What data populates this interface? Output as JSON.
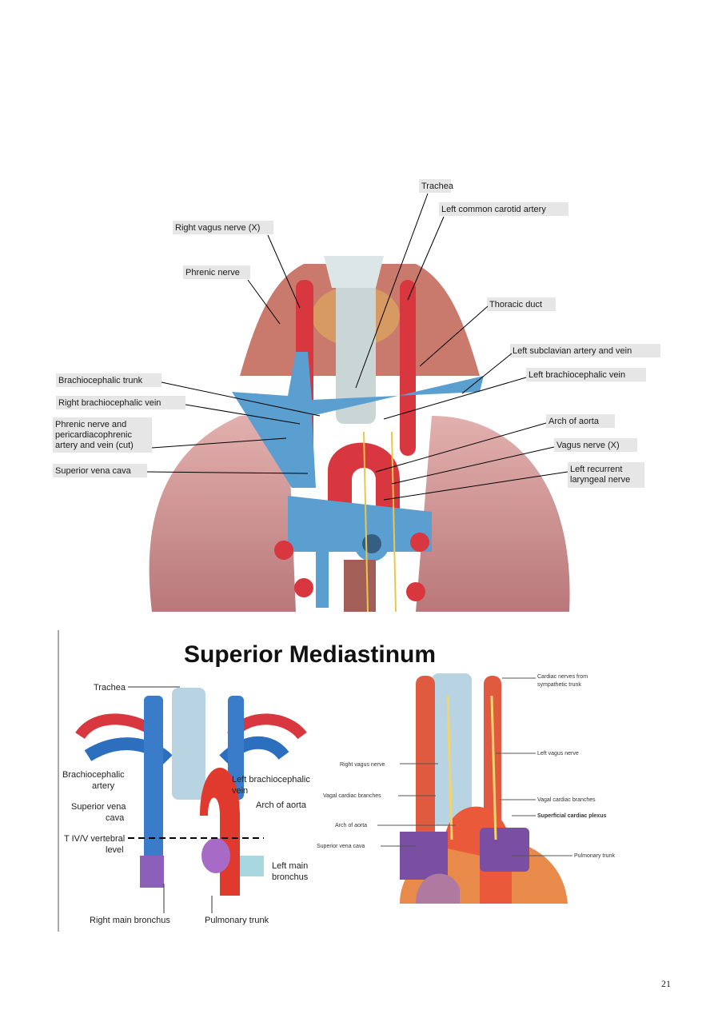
{
  "figure1": {
    "labels": {
      "trachea": "Trachea",
      "left_common_carotid": "Left common carotid artery",
      "right_vagus": "Right vagus nerve (X)",
      "phrenic": "Phrenic nerve",
      "thoracic_duct": "Thoracic duct",
      "left_subclavian": "Left subclavian artery and vein",
      "brachiocephalic_trunk": "Brachiocephalic trunk",
      "left_brachiocephalic_vein": "Left brachiocephalic vein",
      "right_brachiocephalic_vein": "Right brachiocephalic vein",
      "phrenic_peri_1": "Phrenic nerve and",
      "phrenic_peri_2": "pericardiacophrenic",
      "phrenic_peri_3": "artery and vein (cut)",
      "arch_of_aorta": "Arch of aorta",
      "vagus": "Vagus nerve (X)",
      "superior_vena_cava": "Superior vena cava",
      "left_recurrent_1": "Left recurrent",
      "left_recurrent_2": "laryngeal nerve"
    }
  },
  "figure2": {
    "title": "Superior Mediastinum",
    "left_labels": {
      "trachea": "Trachea",
      "brachiocephalic_1": "Brachiocephalic",
      "brachiocephalic_2": "artery",
      "svc_1": "Superior vena",
      "svc_2": "cava",
      "tiv_1": "T IV/V vertebral",
      "tiv_2": "level",
      "right_main_bronchus": "Right main bronchus",
      "left_brachio_1": "Left brachiocephalic",
      "left_brachio_2": "vein",
      "arch_of_aorta": "Arch of aorta",
      "left_main_1": "Left main",
      "left_main_2": "bronchus",
      "pulmonary_trunk": "Pulmonary trunk"
    },
    "right_labels": {
      "cardiac_nerves_1": "Cardiac nerves from",
      "cardiac_nerves_2": "sympathetic trunk",
      "right_vagus": "Right vagus nerve",
      "left_vagus": "Left vagus nerve",
      "vagal_cardiac_left": "Vagal cardiac branches",
      "vagal_cardiac_right": "Vagal cardiac branches",
      "superficial_plexus": "Superficial cardiac plexus",
      "arch_of_aorta": "Arch of aorta",
      "svc": "Superior vena cava",
      "pulmonary_trunk": "Pulmonary trunk"
    }
  },
  "page_number": "21",
  "colors": {
    "artery": "#d9373f",
    "vein": "#5a9fd0",
    "lung": "#d79a9a",
    "nerve": "#e8c84a",
    "purple": "#8a64b0"
  }
}
